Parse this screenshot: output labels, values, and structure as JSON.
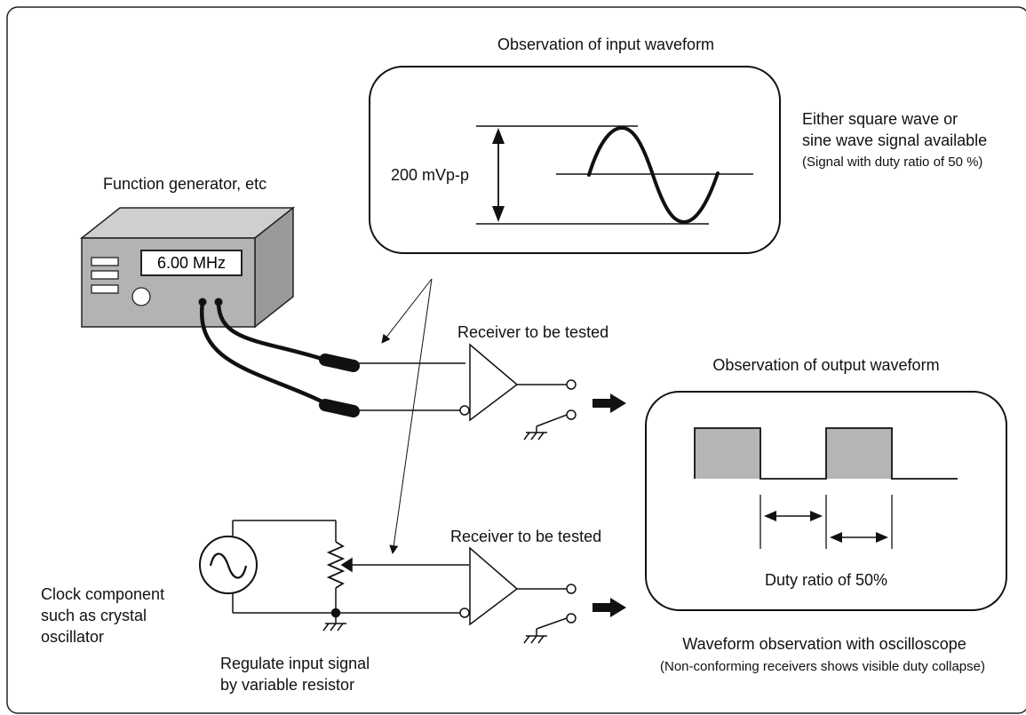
{
  "diagram": {
    "input_panel_title": "Observation of input waveform",
    "amplitude_label": "200 mVp-p",
    "waveform_note_line1": "Either square wave or",
    "waveform_note_line2": "sine wave signal available",
    "waveform_note_line3": "(Signal with duty ratio of 50 %)",
    "generator_label": "Function generator, etc",
    "generator_display": "6.00 MHz",
    "receiver_top_label": "Receiver to be tested",
    "receiver_bottom_label": "Receiver to be tested",
    "output_panel_title": "Observation of output waveform",
    "duty_label": "Duty ratio of 50%",
    "clock_line1": "Clock component",
    "clock_line2": "such as crystal",
    "clock_line3": "oscillator",
    "resistor_line1": "Regulate input signal",
    "resistor_line2": "by variable resistor",
    "scope_line1": "Waveform observation with oscilloscope",
    "scope_line2": "(Non-conforming receivers shows visible duty collapse)"
  },
  "colors": {
    "line": "#111111",
    "box_gray": "#b3b3b3",
    "box_top": "#cfcfcf",
    "box_side": "#9a9a9a",
    "pulse_fill": "#b5b5b5"
  }
}
